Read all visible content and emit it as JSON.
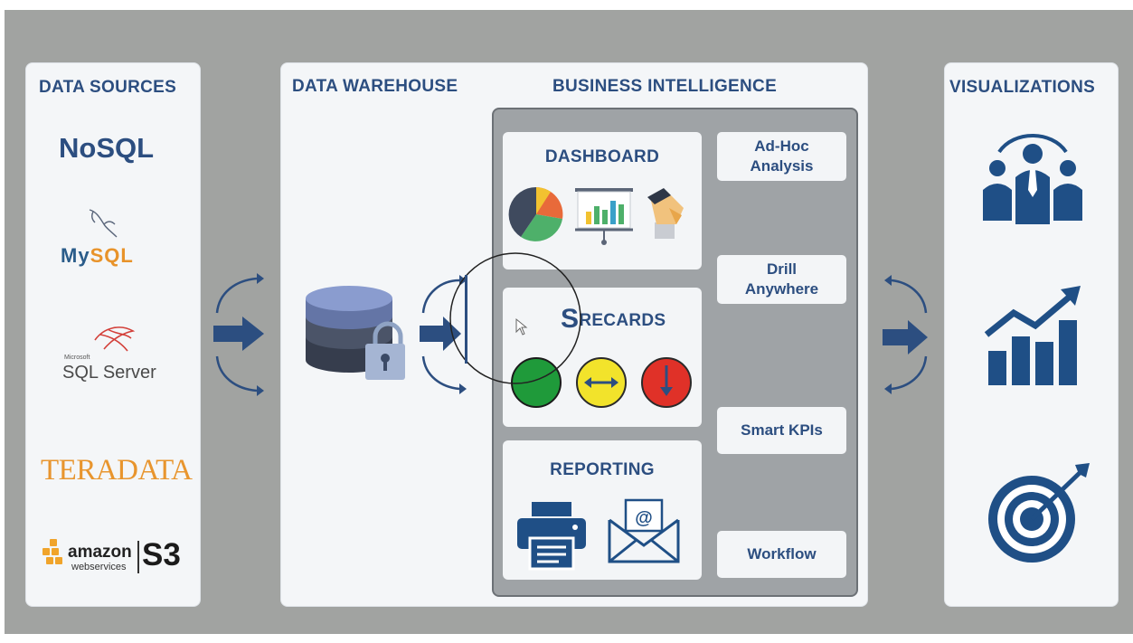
{
  "colors": {
    "background": "#a1a3a1",
    "panel": "#f4f6f8",
    "navy": "#2c4e80",
    "teradata_orange": "#e8952e",
    "mysql_orange": "#e8932a",
    "green": "#1f9a3a",
    "yellow": "#f2e32b",
    "red": "#e03128"
  },
  "data_sources": {
    "title": "DATA SOURCES",
    "nosql": "NoSQL",
    "mysql_a": "My",
    "mysql_b": "SQL",
    "sqlserver_small": "Microsoft",
    "sqlserver": "SQL Server",
    "teradata": "TERADATA",
    "amazon": "amazon",
    "webservices": "webservices",
    "s3": "S3"
  },
  "data_warehouse": {
    "title": "DATA WAREHOUSE",
    "icon": "locked-database-icon"
  },
  "business_intelligence": {
    "title": "BUSINESS INTELLIGENCE",
    "dashboard": {
      "title": "DASHBOARD",
      "icons": [
        "pie-chart-icon",
        "presentation-board-icon",
        "hand-pointer-icon"
      ]
    },
    "scorecards": {
      "title_s": "S",
      "title_rest": "RECARDS",
      "icons": [
        "green-circle-icon",
        "yellow-arrows-icon",
        "red-down-arrow-icon"
      ]
    },
    "reporting": {
      "title": "REPORTING",
      "icons": [
        "printer-icon",
        "email-envelope-icon"
      ]
    },
    "side_buttons": {
      "adhoc_line1": "Ad-Hoc",
      "adhoc_line2": "Analysis",
      "drill_line1": "Drill",
      "drill_line2": "Anywhere",
      "kpis": "Smart KPIs",
      "workflow": "Workflow"
    }
  },
  "visualizations": {
    "title": "VISUALIZATIONS",
    "icons": [
      "team-people-icon",
      "growth-chart-icon",
      "target-icon"
    ]
  }
}
